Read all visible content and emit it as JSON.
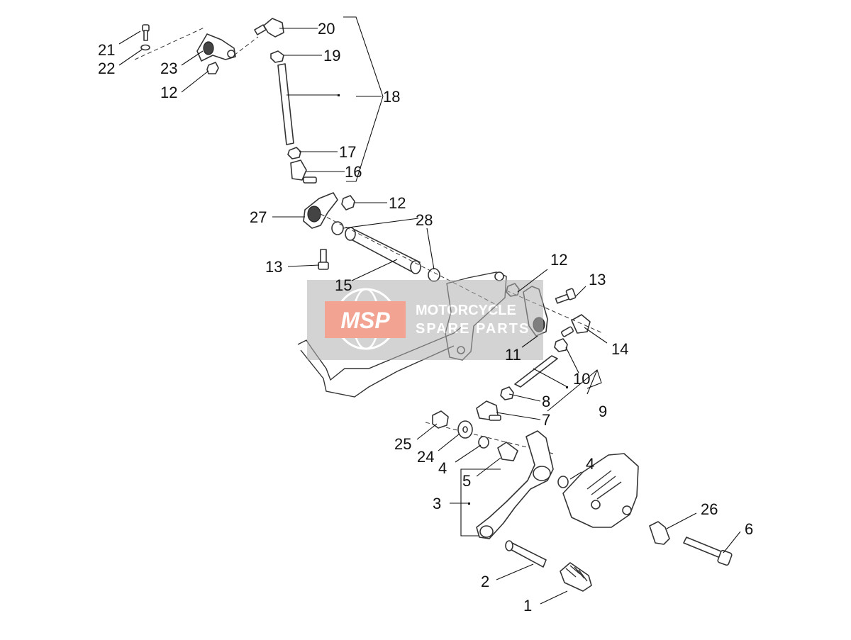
{
  "callouts": [
    {
      "id": "c21",
      "text": "21"
    },
    {
      "id": "c22",
      "text": "22"
    },
    {
      "id": "c23",
      "text": "23"
    },
    {
      "id": "c12a",
      "text": "12"
    },
    {
      "id": "c20",
      "text": "20"
    },
    {
      "id": "c19",
      "text": "19"
    },
    {
      "id": "c18",
      "text": "18"
    },
    {
      "id": "c17",
      "text": "17"
    },
    {
      "id": "c16",
      "text": "16"
    },
    {
      "id": "c12b",
      "text": "12"
    },
    {
      "id": "c27",
      "text": "27"
    },
    {
      "id": "c28",
      "text": "28"
    },
    {
      "id": "c13a",
      "text": "13"
    },
    {
      "id": "c15",
      "text": "15"
    },
    {
      "id": "c12c",
      "text": "12"
    },
    {
      "id": "c13b",
      "text": "13"
    },
    {
      "id": "c11",
      "text": "11"
    },
    {
      "id": "c14",
      "text": "14"
    },
    {
      "id": "c10",
      "text": "10"
    },
    {
      "id": "c8",
      "text": "8"
    },
    {
      "id": "c9",
      "text": "9"
    },
    {
      "id": "c7",
      "text": "7"
    },
    {
      "id": "c25",
      "text": "25"
    },
    {
      "id": "c24",
      "text": "24"
    },
    {
      "id": "c4a",
      "text": "4"
    },
    {
      "id": "c5",
      "text": "5"
    },
    {
      "id": "c4b",
      "text": "4"
    },
    {
      "id": "c3",
      "text": "3"
    },
    {
      "id": "c26",
      "text": "26"
    },
    {
      "id": "c6",
      "text": "6"
    },
    {
      "id": "c2",
      "text": "2"
    },
    {
      "id": "c1",
      "text": "1"
    }
  ],
  "watermark": {
    "logo": "MSP",
    "line1": "MOTORCYCLE",
    "line2": "SPARE PARTS",
    "accent_color": "#e8593a",
    "band_color": "#b0b0b0"
  },
  "colors": {
    "line": "#333333",
    "text": "#111111",
    "background": "#ffffff"
  }
}
